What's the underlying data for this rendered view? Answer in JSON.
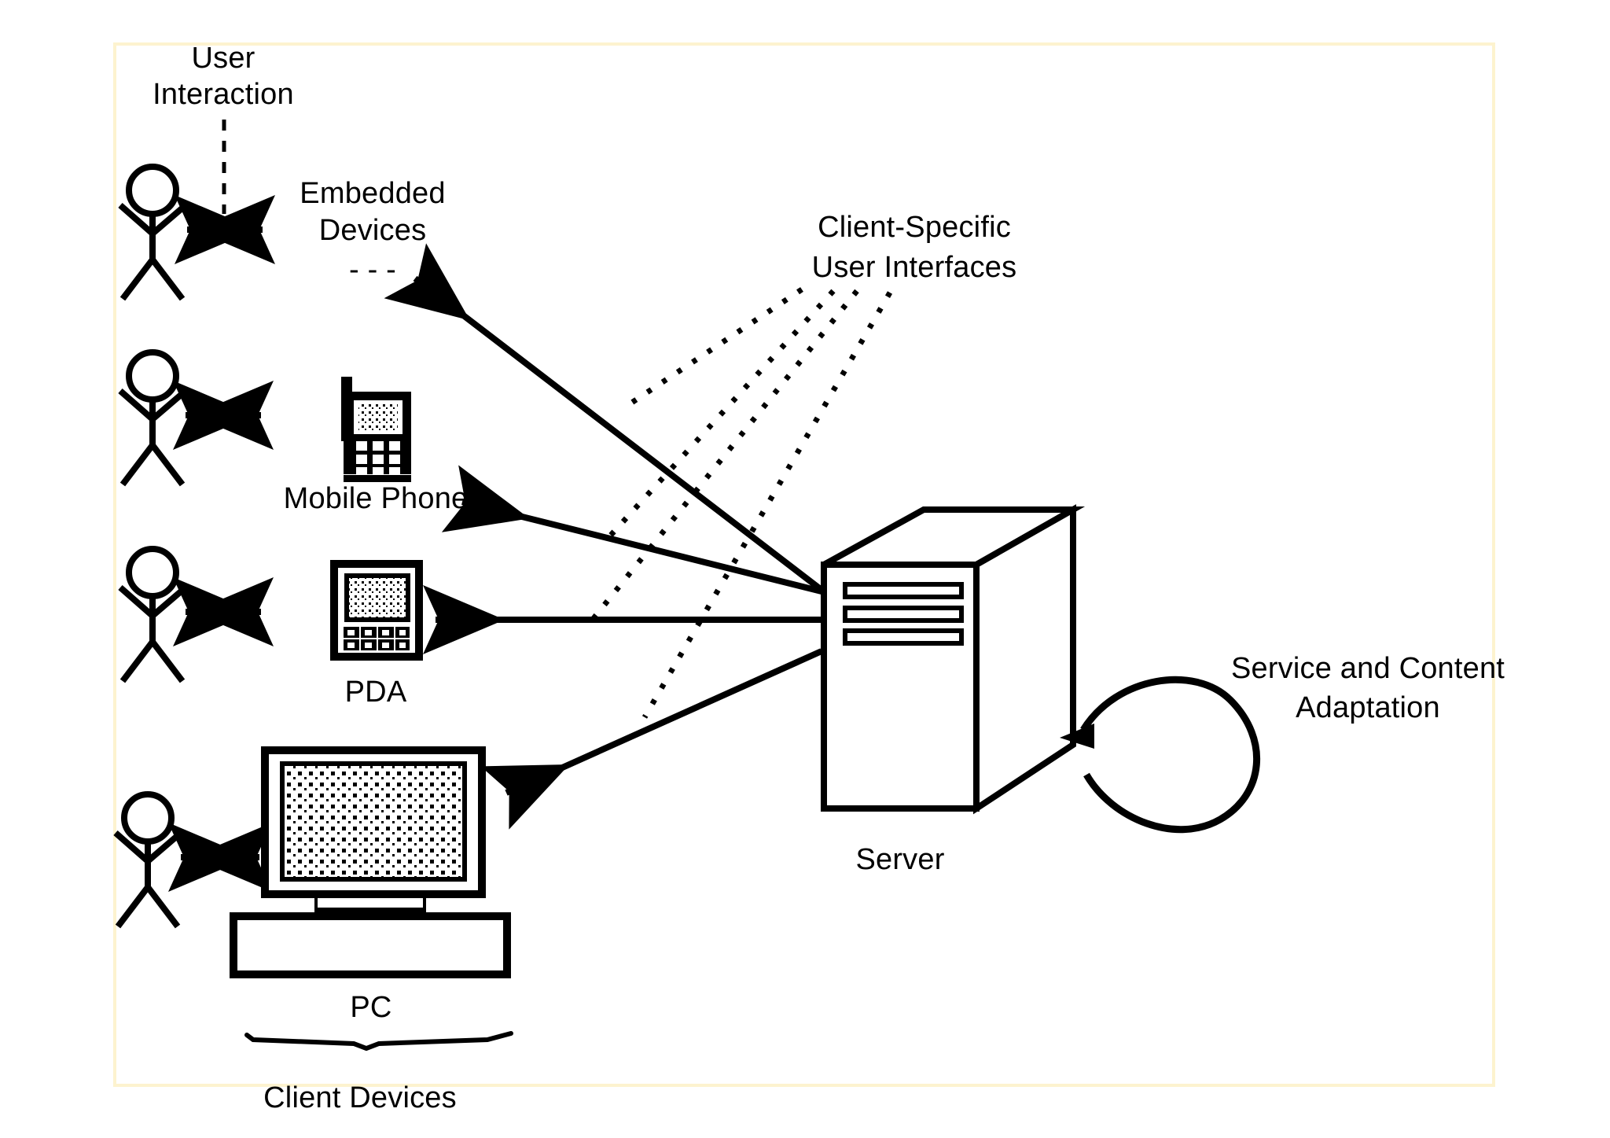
{
  "figure": {
    "title": "Client-Specific User Interface Adaptation Architecture",
    "border_color": "#fdf6d8",
    "stroke_color": "#000000",
    "background_color": "#ffffff"
  },
  "labels": {
    "user_interaction_line1": "User",
    "user_interaction_line2": "Interaction",
    "embedded_devices_line1": "Embedded",
    "embedded_devices_line2": "Devices",
    "embedded_ellipsis": "- - -",
    "client_specific_line1": "Client-Specific",
    "client_specific_line2": "User Interfaces",
    "mobile_phone": "Mobile Phone",
    "pda": "PDA",
    "pc": "PC",
    "server": "Server",
    "adaptation_line1": "Service and Content",
    "adaptation_line2": "Adaptation",
    "client_devices": "Client Devices"
  },
  "devices": [
    {
      "id": "embedded",
      "name": "Embedded Devices",
      "has_actor": true
    },
    {
      "id": "mobile-phone",
      "name": "Mobile Phone",
      "has_actor": true
    },
    {
      "id": "pda",
      "name": "PDA",
      "has_actor": true
    },
    {
      "id": "pc",
      "name": "PC",
      "has_actor": true
    }
  ],
  "connections": [
    {
      "from": "server",
      "to": "embedded",
      "style": "solid-arrow"
    },
    {
      "from": "server",
      "to": "mobile-phone",
      "style": "solid-arrow"
    },
    {
      "from": "server",
      "to": "pda",
      "style": "solid-arrow"
    },
    {
      "from": "server",
      "to": "pc",
      "style": "solid-arrow"
    },
    {
      "from": "actor",
      "to": "embedded",
      "style": "double-arrow"
    },
    {
      "from": "actor",
      "to": "mobile-phone",
      "style": "double-arrow"
    },
    {
      "from": "actor",
      "to": "pda",
      "style": "double-arrow"
    },
    {
      "from": "actor",
      "to": "pc",
      "style": "double-arrow"
    },
    {
      "from": "server",
      "to": "server",
      "style": "loop-arrow"
    }
  ],
  "leader_lines": {
    "style": "dotted",
    "count": 4,
    "label": "Client-Specific User Interfaces"
  }
}
